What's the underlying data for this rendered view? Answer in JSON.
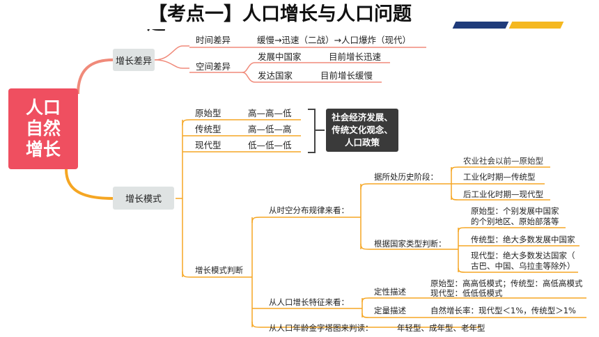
{
  "title": "【考点一】人口增长与人口问题",
  "title_cut": "题",
  "root": "人口自然增长",
  "growth_diff": {
    "label": "增长差异",
    "time": {
      "label": "时间差异",
      "value": "缓慢→迅速（二战）→人口爆炸（现代）"
    },
    "space": {
      "label": "空间差异",
      "developing": {
        "label": "发展中国家",
        "value": "目前增长迅速"
      },
      "developed": {
        "label": "发达国家",
        "value": "目前增长缓慢"
      }
    }
  },
  "growth_modes": {
    "label": "增长模式",
    "types": [
      {
        "name": "原始型",
        "value": "高—高—低"
      },
      {
        "name": "传统型",
        "value": "高—低—高"
      },
      {
        "name": "现代型",
        "value": "低—低—低"
      }
    ],
    "factors": "社会经济发展、\n传统文化观念、\n人口政策",
    "judge": {
      "label": "增长模式判断",
      "spatial": {
        "label": "从时空分布规律来看：",
        "history": {
          "label": "据所处历史阶段：",
          "items": [
            "农业社会以前—原始型",
            "工业化时期—传统型",
            "后工业化时期—现代型"
          ]
        },
        "country": {
          "label": "根据国家类型判断：",
          "items": [
            "原始型：个别发展中国家\n的个别地区、原始部落等",
            "传统型：绝大多数发展中国家",
            "现代型：绝大多数发达国家（\n古巴、中国、乌拉圭等除外）"
          ]
        }
      },
      "features": {
        "label": "从人口增长特征来看：",
        "qualitative": {
          "label": "定性描述",
          "value": "原始型：高高低模式；传统型：高低高模式\n现代型：低低低模式"
        },
        "quantitative": {
          "label": "定量描述",
          "value": "自然增长率：现代型＜1%，传统型＞1%"
        }
      },
      "pyramid": {
        "label": "从人口年龄金字塔图来判读：",
        "value": "年轻型、成年型、老年型"
      }
    }
  },
  "colors": {
    "red": "#ef4f60",
    "orange": "#f5a623",
    "navy": "#1f3b7a",
    "yellow": "#f5b820"
  }
}
